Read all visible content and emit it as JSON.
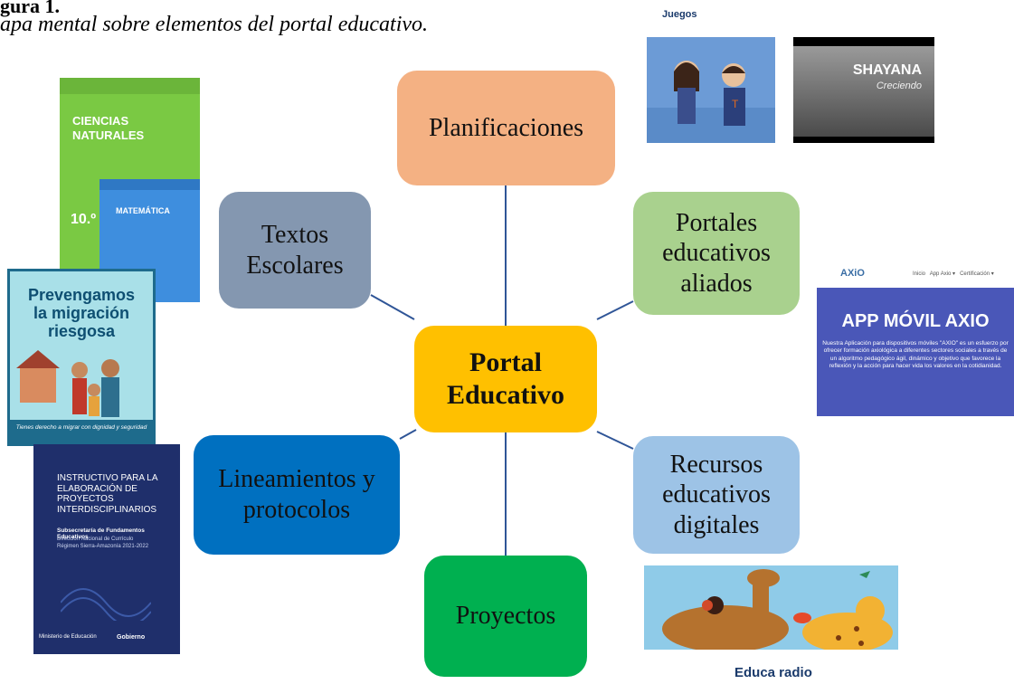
{
  "caption": {
    "figure_label": "gura 1.",
    "title": "apa mental sobre elementos del portal educativo."
  },
  "center": {
    "label": "Portal Educativo",
    "color": "#FFC000"
  },
  "nodes": [
    {
      "key": "planificaciones",
      "label": "Planificaciones",
      "color": "#F4B183"
    },
    {
      "key": "portales",
      "label": "Portales educativos aliados",
      "color": "#A9D18E"
    },
    {
      "key": "recursos",
      "label": "Recursos educativos digitales",
      "color": "#9DC3E6"
    },
    {
      "key": "proyectos",
      "label": "Proyectos",
      "color": "#00B050"
    },
    {
      "key": "lineamientos",
      "label": "Lineamientos y protocolos",
      "color": "#0070C0"
    },
    {
      "key": "textos",
      "label": "Textos Escolares",
      "color": "#8497B0"
    }
  ],
  "thumbnails": {
    "juegos": {
      "heading": "Juegos",
      "game_title": "SHAYANA",
      "game_subtitle": "Creciendo"
    },
    "axio": {
      "logo": "AXiO",
      "menu": [
        "Inicio",
        "App Axio ▾",
        "Certificación ▾"
      ],
      "headline": "APP MÓVIL AXIO",
      "body": "Nuestra Aplicación para dispositivos móviles \"AXIO\" es un esfuerzo por ofrecer formación axiológica a diferentes sectores sociales a través de un algoritmo pedagógico ágil, dinámico y objetivo que favorece la reflexión y la acción para hacer vida los valores en la cotidianidad."
    },
    "radio": {
      "caption": "Educa radio"
    },
    "ciencias": {
      "title_line1": "CIENCIAS",
      "title_line2": "NATURALES",
      "grade": "10.º",
      "subject2": "MATEMÁTICA"
    },
    "migracion": {
      "title_line1": "Prevengamos",
      "title_line2": "la migración",
      "title_line3": "riesgosa",
      "footer": "Tienes derecho a migrar con dignidad y seguridad"
    },
    "instructivo": {
      "title": "INSTRUCTIVO PARA LA ELABORACIÓN DE PROYECTOS INTERDISCIPLINARIOS",
      "sub1": "Subsecretaría de Fundamentos Educativos",
      "sub2": "Dirección Nacional de Currículo",
      "sub3": "Régimen Sierra-Amazonía 2021-2022",
      "footer1": "Ministerio de Educación",
      "footer2": "Gobierno"
    }
  }
}
